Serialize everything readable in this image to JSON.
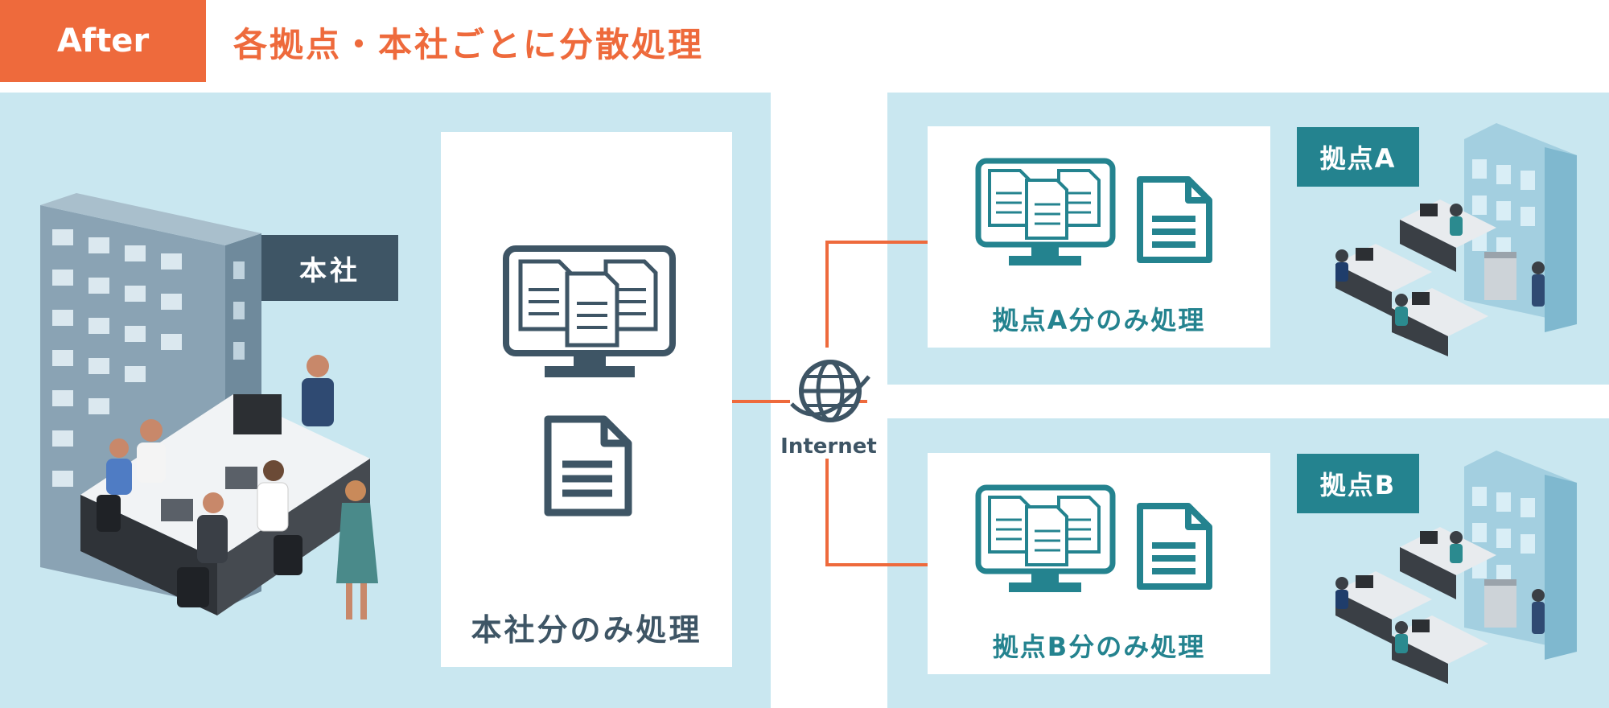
{
  "header": {
    "tag": "After",
    "title": "各拠点・本社ごとに分散処理"
  },
  "headquarters": {
    "label": "本社",
    "caption": "本社分のみ処理"
  },
  "branches": [
    {
      "label": "拠点A",
      "caption": "拠点A分のみ処理"
    },
    {
      "label": "拠点B",
      "caption": "拠点B分のみ処理"
    }
  ],
  "network": {
    "label": "Internet"
  },
  "colors": {
    "accent": "#ee6a3c",
    "panel": "#c9e7f0",
    "dark": "#3e5565",
    "teal": "#24838f"
  }
}
